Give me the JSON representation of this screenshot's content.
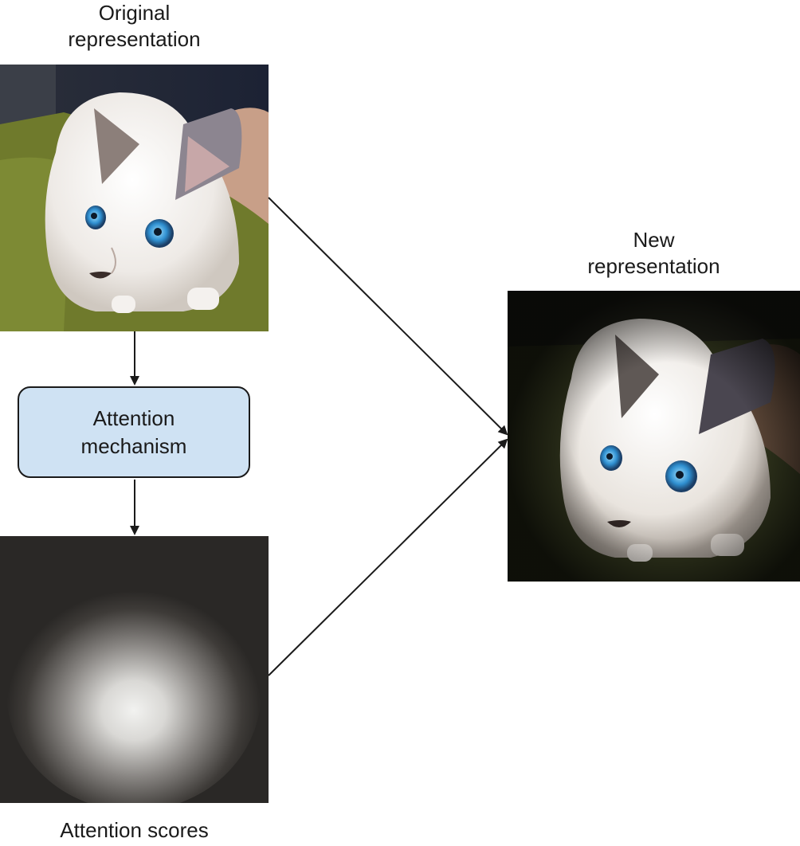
{
  "diagram": {
    "original_label": "Original\nrepresentation",
    "new_label": "New\nrepresentation",
    "mechanism_label": "Attention\nmechanism",
    "scores_label": "Attention scores"
  },
  "colors": {
    "box_fill": "#cfe2f3",
    "stroke": "#1a1a1a",
    "scores_bg": "#2a2826"
  },
  "icons": {
    "original_image": "cat-photo-icon",
    "new_image": "cat-photo-highlighted-icon",
    "scores_image": "attention-heatmap-icon"
  }
}
